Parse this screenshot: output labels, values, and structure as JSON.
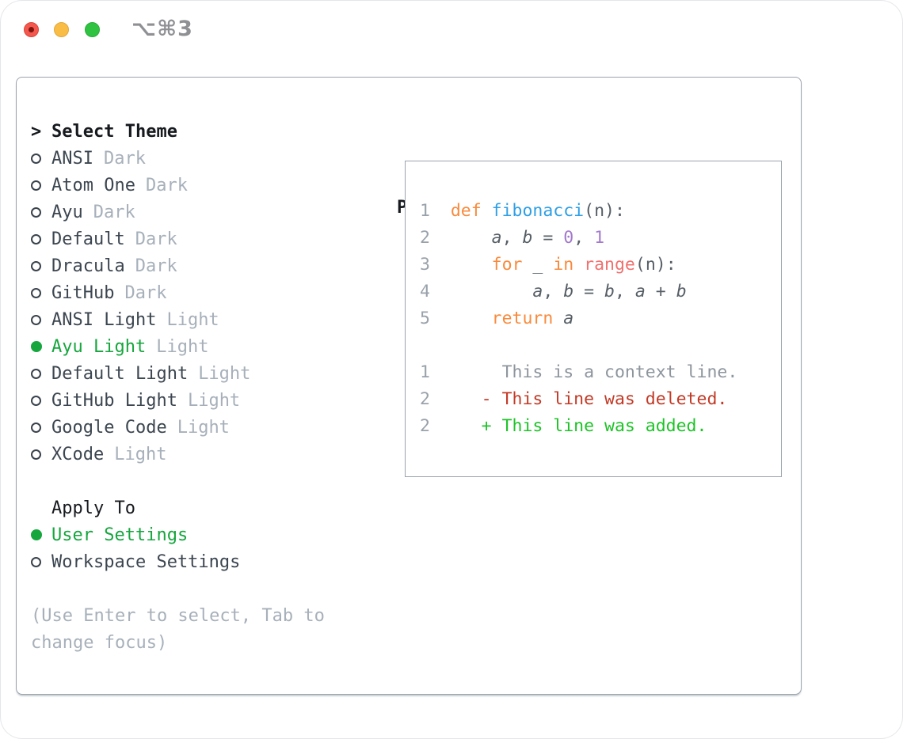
{
  "window": {
    "title": "⌥⌘3"
  },
  "titlebar": {
    "buttons": [
      {
        "name": "close-button"
      },
      {
        "name": "minimize-button"
      },
      {
        "name": "zoom-button"
      }
    ]
  },
  "theme_list": {
    "header_prefix": ">",
    "header": "Select Theme",
    "items": [
      {
        "name": "ANSI",
        "tag": "Dark",
        "selected": false
      },
      {
        "name": "Atom One",
        "tag": "Dark",
        "selected": false
      },
      {
        "name": "Ayu",
        "tag": "Dark",
        "selected": false
      },
      {
        "name": "Default",
        "tag": "Dark",
        "selected": false
      },
      {
        "name": "Dracula",
        "tag": "Dark",
        "selected": false
      },
      {
        "name": "GitHub",
        "tag": "Dark",
        "selected": false
      },
      {
        "name": "ANSI Light",
        "tag": "Light",
        "selected": false
      },
      {
        "name": "Ayu Light",
        "tag": "Light",
        "selected": true
      },
      {
        "name": "Default Light",
        "tag": "Light",
        "selected": false
      },
      {
        "name": "GitHub Light",
        "tag": "Light",
        "selected": false
      },
      {
        "name": "Google Code",
        "tag": "Light",
        "selected": false
      },
      {
        "name": "XCode",
        "tag": "Light",
        "selected": false
      }
    ]
  },
  "apply_to": {
    "header": "Apply To",
    "options": [
      {
        "label": "User Settings",
        "selected": true
      },
      {
        "label": "Workspace Settings",
        "selected": false
      }
    ]
  },
  "help_lines": [
    "(Use Enter to select, Tab to",
    "change focus)"
  ],
  "preview": {
    "header": "Preview",
    "code_lines": [
      {
        "segs": [
          [
            "ln",
            "1  "
          ],
          [
            "kw",
            "def "
          ],
          [
            "fn",
            "fibonacci"
          ],
          [
            "fg",
            "(n):"
          ]
        ]
      },
      {
        "segs": [
          [
            "ln",
            "2  "
          ],
          [
            "fg",
            "    "
          ],
          [
            "fgi",
            "a"
          ],
          [
            "fg",
            ", "
          ],
          [
            "fgi",
            "b"
          ],
          [
            "fg",
            " = "
          ],
          [
            "nm",
            "0"
          ],
          [
            "fg",
            ", "
          ],
          [
            "nm",
            "1"
          ]
        ]
      },
      {
        "segs": [
          [
            "ln",
            "3  "
          ],
          [
            "fg",
            "    "
          ],
          [
            "kw",
            "for"
          ],
          [
            "fg",
            " _ "
          ],
          [
            "kw",
            "in"
          ],
          [
            "fg",
            " "
          ],
          [
            "sp",
            "range"
          ],
          [
            "fg",
            "(n):"
          ]
        ]
      },
      {
        "segs": [
          [
            "ln",
            "4  "
          ],
          [
            "fg",
            "        "
          ],
          [
            "fgi",
            "a"
          ],
          [
            "fg",
            ", "
          ],
          [
            "fgi",
            "b"
          ],
          [
            "fg",
            " = "
          ],
          [
            "fgi",
            "b"
          ],
          [
            "fg",
            ", "
          ],
          [
            "fgi",
            "a"
          ],
          [
            "fg",
            " + "
          ],
          [
            "fgi",
            "b"
          ]
        ]
      },
      {
        "segs": [
          [
            "ln",
            "5  "
          ],
          [
            "fg",
            "    "
          ],
          [
            "kw",
            "return"
          ],
          [
            "fg",
            " "
          ],
          [
            "fgi",
            "a"
          ]
        ]
      },
      {
        "segs": []
      },
      {
        "segs": [
          [
            "ln",
            "1  "
          ],
          [
            "ctx",
            "     This is a context line."
          ]
        ]
      },
      {
        "segs": [
          [
            "ln",
            "2  "
          ],
          [
            "del",
            "   - This line was deleted."
          ]
        ]
      },
      {
        "segs": [
          [
            "ln",
            "2  "
          ],
          [
            "add",
            "   + This line was added."
          ]
        ]
      }
    ]
  },
  "colors": {
    "accent_green": "#16a63e",
    "diff_added": "#1dc327",
    "diff_deleted": "#c23a26",
    "keyword_orange": "#f98a3c",
    "function_blue": "#2e9fe6",
    "constant_purple": "#a37acc",
    "special_coral": "#f0716f",
    "code_foreground": "#565e66",
    "gutter_gray": "#99a1aa",
    "muted_gray": "#a7b0ba",
    "panel_border": "#9aa3ad",
    "traffic_red": "#f4574e",
    "traffic_yellow": "#f9bd45",
    "traffic_green": "#2fc341"
  }
}
